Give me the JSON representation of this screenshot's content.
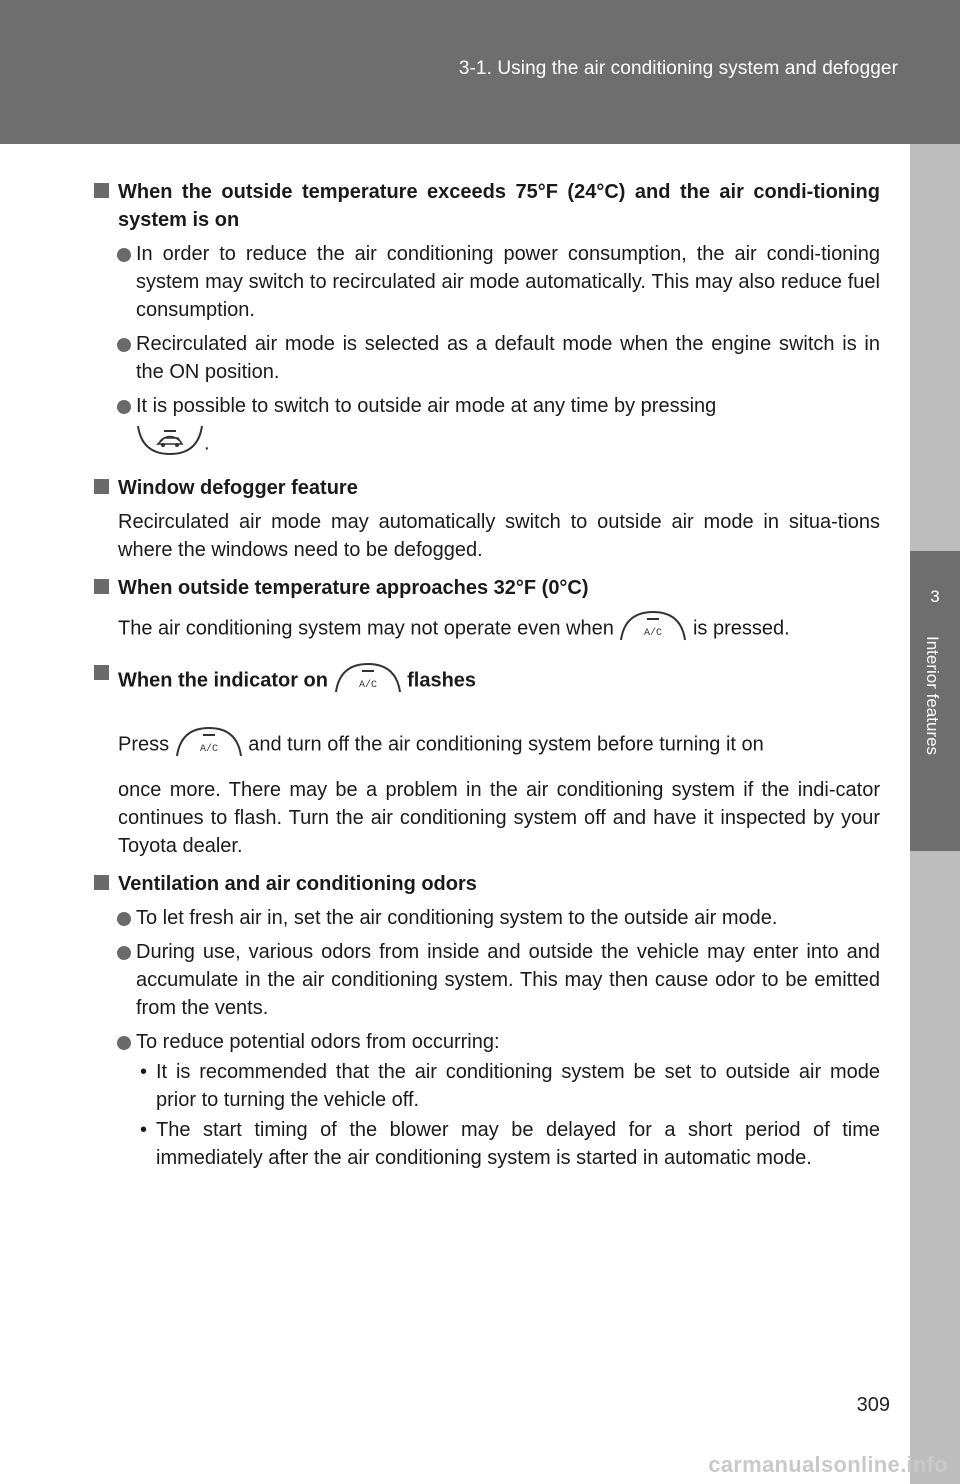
{
  "header": {
    "title": "3-1. Using the air conditioning system and defogger"
  },
  "side_tab": {
    "number": "3",
    "label": "Interior features"
  },
  "icons": {
    "ac_label": "A/C",
    "recirc": "recirculated-air-button-icon"
  },
  "sections": {
    "s1": {
      "heading": "When the outside temperature exceeds 75°F (24°C) and the air condi-tioning system is on",
      "b1": "In order to reduce the air conditioning power consumption, the air condi-tioning system may switch to recirculated air mode automatically. This may also reduce fuel consumption.",
      "b2": "Recirculated air mode is selected as a default mode when the engine switch is in the ON position.",
      "b3": "It is possible to switch to outside air mode at any time by pressing",
      "b3_end": "."
    },
    "s2": {
      "heading": "Window defogger feature",
      "text": "Recirculated air mode may automatically switch to outside air mode in situa-tions where the windows need to be defogged."
    },
    "s3": {
      "heading": "When outside temperature approaches 32°F (0°C)",
      "text_before": "The air conditioning system may not operate even when",
      "text_after": "is pressed."
    },
    "s4": {
      "heading_before": "When the indicator on",
      "heading_after": "flashes",
      "text_before": "Press",
      "text_after": "and turn off the air conditioning system before turning it on",
      "text_rest": "once more. There may be a problem in the air conditioning system if the indi-cator continues to flash. Turn the air conditioning system off and have it inspected by your Toyota dealer."
    },
    "s5": {
      "heading": "Ventilation and air conditioning odors",
      "b1": "To let fresh air in, set the air conditioning system to the outside air mode.",
      "b2": "During use, various odors from inside and outside the vehicle may enter into and accumulate in the air conditioning system. This may then cause odor to be emitted from the vents.",
      "b3": "To reduce potential odors from occurring:",
      "d1": "It is recommended that the air conditioning system be set to outside air mode prior to turning the vehicle off.",
      "d2": "The start timing of the blower may be delayed for a short period of time immediately after the air conditioning system is started in automatic mode."
    }
  },
  "footer": {
    "page_number": "309",
    "watermark": "carmanualsonline.info"
  }
}
